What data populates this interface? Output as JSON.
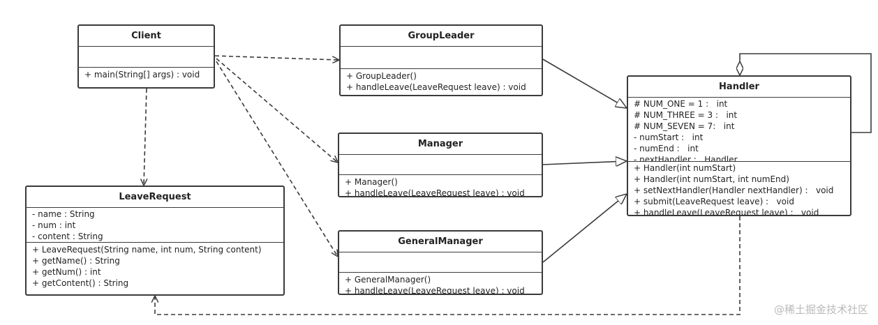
{
  "classes": {
    "client": {
      "name": "Client",
      "attributes": [],
      "operations": [
        "+ main(String[] args) : void"
      ]
    },
    "group_leader": {
      "name": "GroupLeader",
      "attributes": [],
      "operations": [
        "+ GroupLeader()",
        "+ handleLeave(LeaveRequest leave) : void"
      ]
    },
    "manager": {
      "name": "Manager",
      "attributes": [],
      "operations": [
        "+ Manager()",
        "+ handleLeave(LeaveRequest leave) : void"
      ]
    },
    "general_manager": {
      "name": "GeneralManager",
      "attributes": [],
      "operations": [
        "+ GeneralManager()",
        "+ handleLeave(LeaveRequest leave) : void"
      ]
    },
    "leave_request": {
      "name": "LeaveRequest",
      "attributes": [
        "- name : String",
        "- num : int",
        "- content : String"
      ],
      "operations": [
        "+ LeaveRequest(String name, int num, String content)",
        "+ getName() : String",
        "+ getNum() : int",
        "+ getContent() : String"
      ]
    },
    "handler": {
      "name": "Handler",
      "attributes": [
        "# NUM_ONE = 1 :   int",
        "# NUM_THREE = 3 :   int",
        "# NUM_SEVEN = 7:   int",
        "- numStart :   int",
        "- numEnd :   int",
        "- nextHandler :   Handler"
      ],
      "operations": [
        "+ Handler(int numStart)",
        "+ Handler(int numStart, int numEnd)",
        "+ setNextHandler(Handler nextHandler) :   void",
        "+ submit(LeaveRequest leave) :   void",
        "+ handleLeave(LeaveRequest leave) :   void"
      ]
    }
  },
  "relations": [
    {
      "from": "client",
      "to": "group_leader",
      "kind": "dependency"
    },
    {
      "from": "client",
      "to": "manager",
      "kind": "dependency"
    },
    {
      "from": "client",
      "to": "general_manager",
      "kind": "dependency"
    },
    {
      "from": "client",
      "to": "leave_request",
      "kind": "dependency"
    },
    {
      "from": "group_leader",
      "to": "handler",
      "kind": "generalization"
    },
    {
      "from": "manager",
      "to": "handler",
      "kind": "generalization"
    },
    {
      "from": "general_manager",
      "to": "handler",
      "kind": "generalization"
    },
    {
      "from": "handler",
      "to": "leave_request",
      "kind": "dependency"
    },
    {
      "from": "handler",
      "to": "handler",
      "kind": "aggregation"
    }
  ],
  "watermark": "@稀土掘金技术社区",
  "colors": {
    "line": "#3a3a3a",
    "watermark": "#b9b9b9"
  }
}
